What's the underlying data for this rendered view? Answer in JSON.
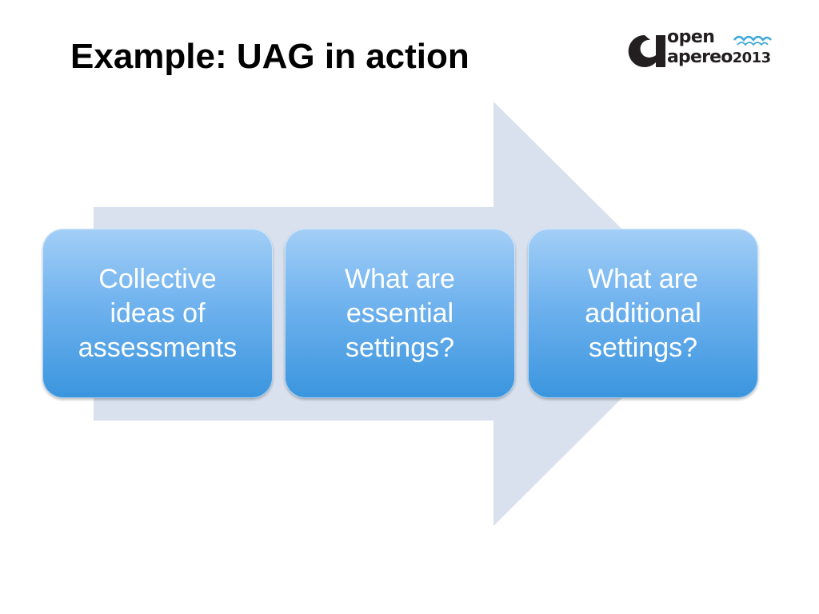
{
  "slide": {
    "title": "Example: UAG in action"
  },
  "logo": {
    "line1": "open",
    "line2": "apereo",
    "year": "2013",
    "brand_color": "#231f20",
    "wave_color": "#3aa7d8"
  },
  "diagram": {
    "arrow_color": "#d9e1ee",
    "box_gradient": [
      "#a3cff7",
      "#6fb2ee",
      "#3a95de"
    ],
    "stages": [
      {
        "label": "Collective\nideas of\nassessments"
      },
      {
        "label": "What are\nessential\nsettings?"
      },
      {
        "label": "What are\nadditional\nsettings?"
      }
    ]
  }
}
